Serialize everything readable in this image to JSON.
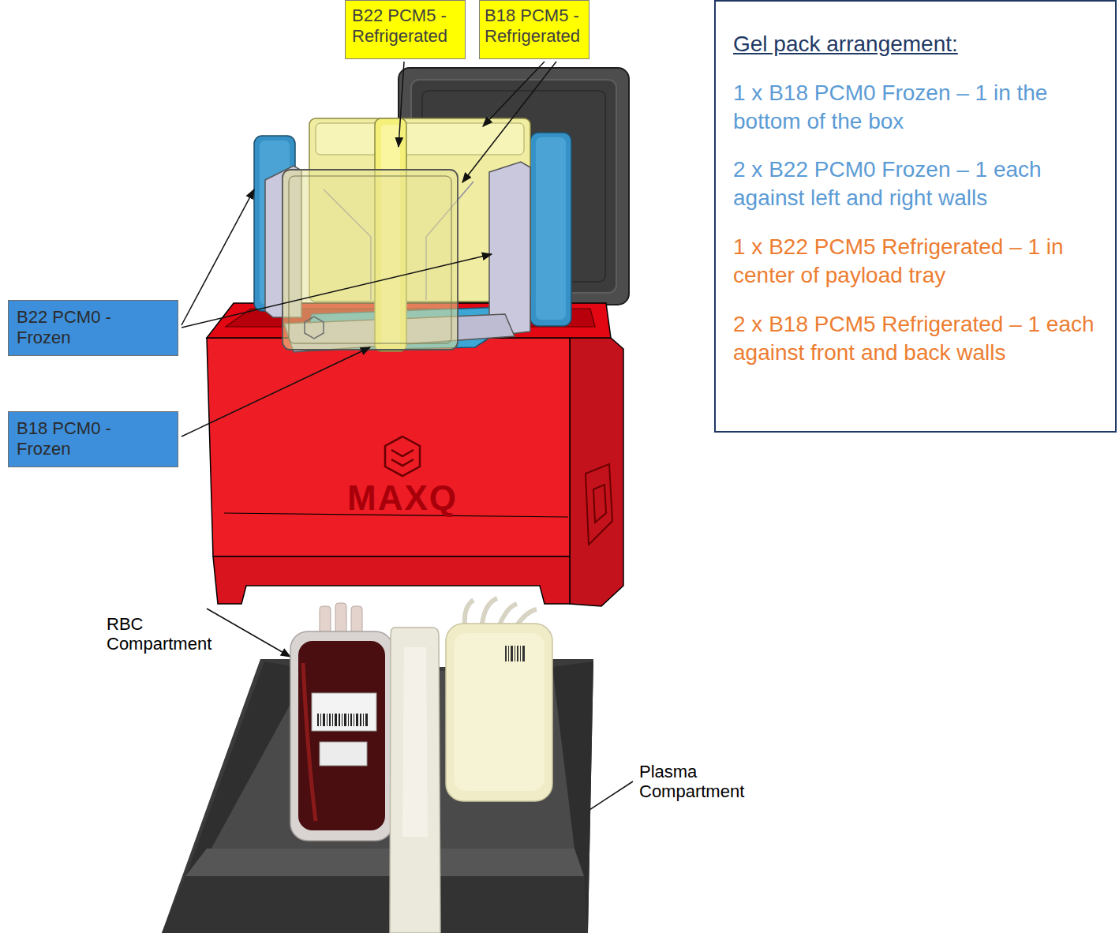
{
  "diagram": {
    "nodes": [
      {
        "text": [
          "B22 PCM5 - Refrigerated"
        ]
      },
      {
        "text": [
          "B18 PCM5 - Refrigerated"
        ]
      },
      {
        "text": [
          "Gel pack arrangement:",
          "1 x B18 PCM0 Frozen – 1 in the bottom of the box",
          "2 x B22 PCM0 Frozen – 1 each against left and right walls",
          "1 x B22 PCM5 Refrigerated – 1 in center of payload tray",
          "2 x B18 PCM5 Refrigerated – 1 each against front and back walls"
        ]
      },
      {
        "text": [
          "B22 PCM0 - Frozen"
        ]
      },
      {
        "text": [
          "B18 PCM0 - Frozen"
        ]
      }
    ],
    "labels": [
      "MAXQ",
      "RBC Compartment",
      "Plasma Compartment"
    ]
  }
}
